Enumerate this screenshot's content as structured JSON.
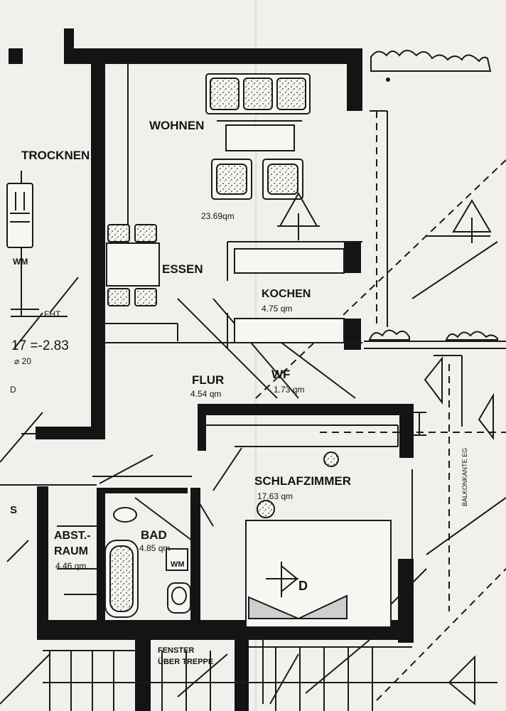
{
  "rooms": {
    "trocknen": {
      "label": "TROCKNEN"
    },
    "wohnen": {
      "label": "WOHNEN",
      "area": "23.69qm"
    },
    "essen": {
      "label": "ESSEN"
    },
    "kochen": {
      "label": "KOCHEN",
      "area": "4.75 qm"
    },
    "flur": {
      "label": "FLUR",
      "area": "4.54 qm"
    },
    "wf": {
      "label": "WF",
      "area": "1.73 qm"
    },
    "schlafzimmer": {
      "label": "SCHLAFZIMMER",
      "area": "17.63 qm"
    },
    "abstraum": {
      "label_line1": "ABST.-",
      "label_line2": "RAUM",
      "area": "4.46 qm"
    },
    "bad": {
      "label": "BAD",
      "area": "4.85 qm"
    }
  },
  "annotations": {
    "wm_left": "WM",
    "wm_bad": "WM",
    "fht": "FHT",
    "level": "17 =-2.83",
    "diameter": "⌀ 20",
    "margin_d": "D",
    "margin_s": "S",
    "balkonkante": "BALKONKANTE EG",
    "fenster_line1": "FENSTER",
    "fenster_line2": "ÜBER TREPPE",
    "door_symbol": "D"
  },
  "colors": {
    "ink": "#141414",
    "paper": "#f1f0ec"
  }
}
